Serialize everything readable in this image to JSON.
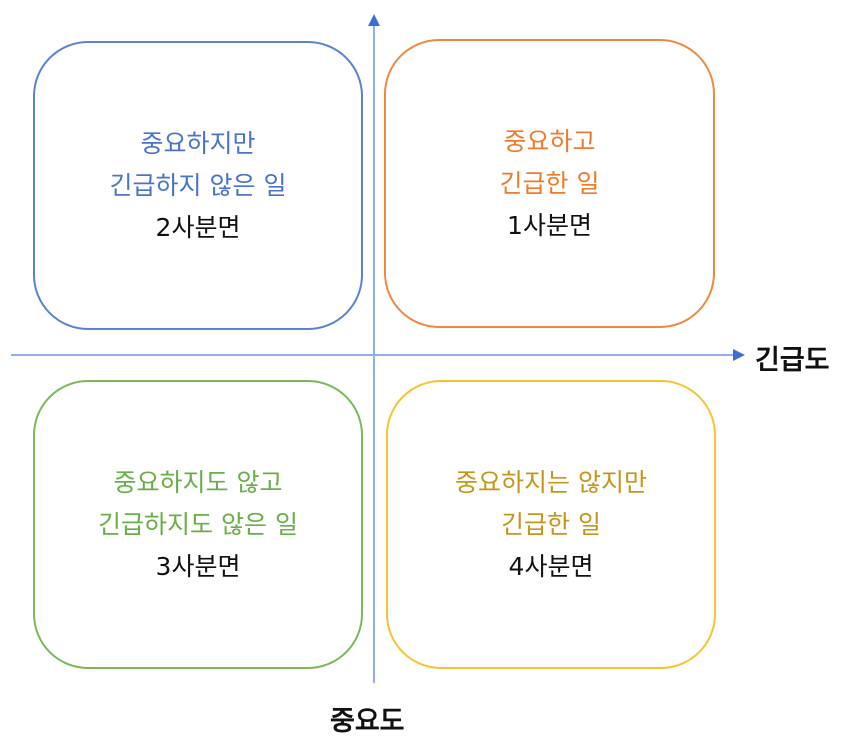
{
  "axes": {
    "x_label": "긴급도",
    "y_label": "중요도",
    "color": "#7a9ee0",
    "arrow_color": "#3b6fd1"
  },
  "quadrants": [
    {
      "id": "q2",
      "position": "top-left",
      "line1": "중요하지만",
      "line2": "긴급하지 않은 일",
      "label": "2사분면",
      "color": "#4a74c9"
    },
    {
      "id": "q1",
      "position": "top-right",
      "line1": "중요하고",
      "line2": "긴급한 일",
      "label": "1사분면",
      "color": "#f07a2a"
    },
    {
      "id": "q3",
      "position": "bottom-left",
      "line1": "중요하지도 않고",
      "line2": "긴급하지도 않은 일",
      "label": "3사분면",
      "color": "#6aae48"
    },
    {
      "id": "q4",
      "position": "bottom-right",
      "line1": "중요하지는 않지만",
      "line2": "긴급한 일",
      "label": "4사분면",
      "color": "#c4961a",
      "border_color": "#f5c432"
    }
  ]
}
